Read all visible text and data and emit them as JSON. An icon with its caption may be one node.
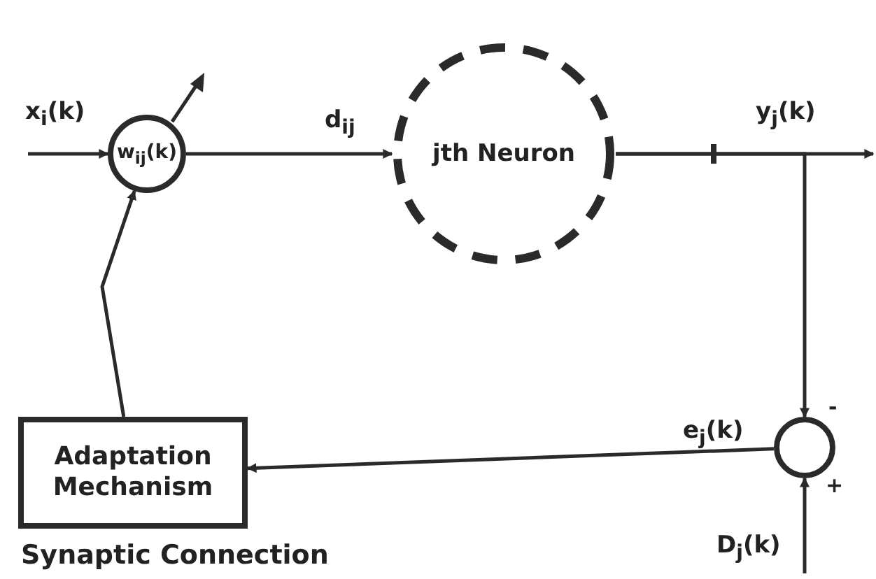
{
  "diagram": {
    "nodes": [
      {
        "text": [
          "w$_{ij}$(k)"
        ]
      },
      {
        "text": [
          "jth Neuron"
        ]
      },
      {
        "text": [],
        "shape": "circle",
        "beside": [
          "-",
          "+"
        ]
      },
      {
        "text": [
          "Adaptation Mechanism"
        ]
      }
    ],
    "edges": [
      {
        "from": null,
        "to": 0,
        "arrow": "to",
        "label": "x$_{i}$(k)"
      },
      {
        "from": 0,
        "to": 1,
        "arrow": "to",
        "label": "d$_{ij}$"
      },
      {
        "from": 1,
        "to": null,
        "arrow": "to",
        "label": "y$_{j}$(k)"
      },
      {
        "from": 1,
        "to": 2,
        "arrow": "to"
      },
      {
        "from": null,
        "to": 2,
        "arrow": "to",
        "label": "D$_{j}$(k)"
      },
      {
        "from": 2,
        "to": 3,
        "arrow": "to",
        "label": "e$_{j}$(k)"
      },
      {
        "from": 3,
        "to": 0,
        "arrow": "to"
      }
    ],
    "labels": [
      "Synaptic Connection"
    ]
  }
}
